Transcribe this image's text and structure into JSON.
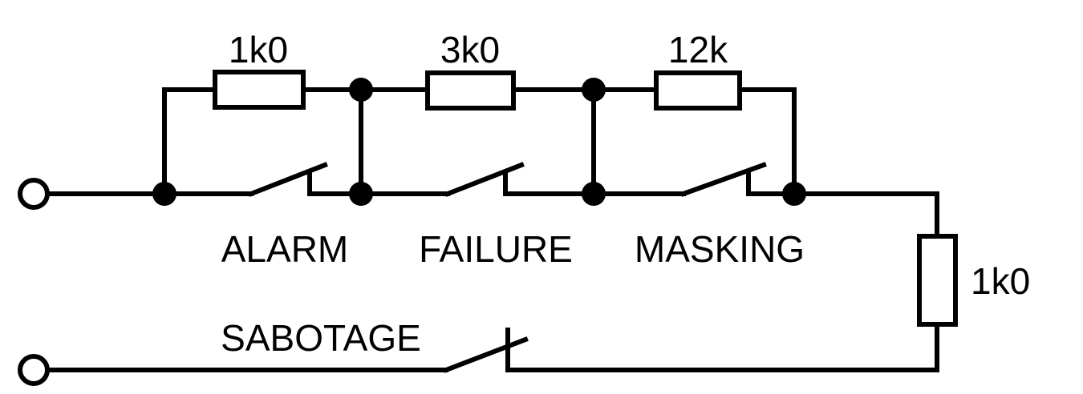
{
  "resistors": {
    "r1": "1k0",
    "r2": "3k0",
    "r3": "12k",
    "r_eol": "1k0"
  },
  "switches": {
    "alarm": "ALARM",
    "failure": "FAILURE",
    "masking": "MASKING",
    "sabotage": "SABOTAGE"
  }
}
